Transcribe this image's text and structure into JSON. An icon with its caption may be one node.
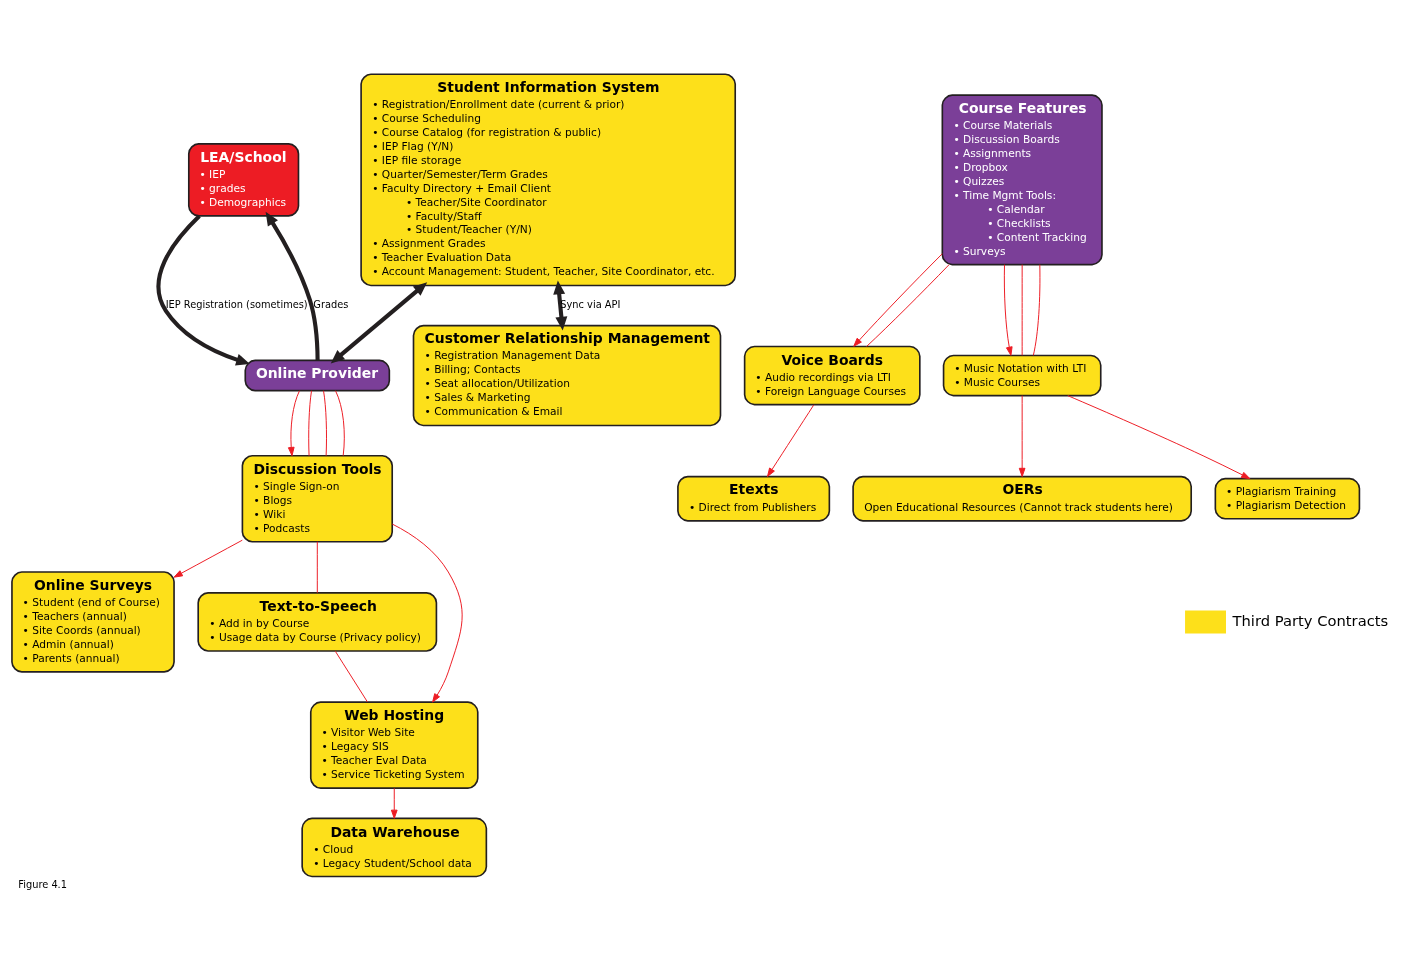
{
  "diagram": {
    "caption": "Figure 4.1",
    "nodes": [
      {
        "text": [
          "LEA/School",
          "• IEP",
          "• grades",
          "• Demographics"
        ]
      },
      {
        "text": [
          "Online Provider"
        ]
      },
      {
        "text": [
          "Discussion Tools",
          "• Single Sign-on",
          "• Blogs",
          "• Wiki",
          "• Podcasts"
        ]
      },
      {
        "text": [
          "Online Surveys",
          "• Student (end of Course)",
          "• Teachers (annual)",
          "• Site Coords (annual)",
          "• Admin (annual)",
          "• Parents (annual)"
        ]
      },
      {
        "text": [
          "Student Information System",
          "• Registration/Enrollment date (current & prior)",
          "• Course Scheduling",
          "• Course Catalog (for registration & public)",
          "• IEP Flag (Y/N)",
          "• IEP file storage",
          "• Quarter/Semester/Term Grades",
          "• Faculty Directory + Email Client",
          "• Teacher/Site Coordinator",
          "• Faculty/Staff",
          "• Student/Teacher (Y/N)",
          "• Assignment Grades",
          "• Teacher Evaluation Data",
          "• Account Management: Student, Teacher, Site Coordinator, etc."
        ]
      },
      {
        "text": [
          "Course Features",
          "• Course Materials",
          "• Discussion Boards",
          "• Assignments",
          "• Dropbox",
          "• Quizzes",
          "• Time Mgmt Tools:",
          "• Calendar",
          "• Checklists",
          "• Content Tracking",
          "• Surveys"
        ]
      },
      {
        "text": [
          "Text-to-Speech",
          "• Add in by Course",
          "• Usage data by Course (Privacy policy)"
        ]
      },
      {
        "text": [
          "Web Hosting",
          "• Visitor Web Site",
          "• Legacy SIS",
          "• Teacher Eval Data",
          "• Service Ticketing System"
        ]
      },
      {
        "text": [
          "Voice Boards",
          "• Audio recordings via LTI",
          "• Foreign Language Courses"
        ]
      },
      {
        "text": [
          "• Music Notation with LTI",
          "• Music Courses"
        ]
      },
      {
        "text": [
          "Data Warehouse",
          "• Cloud",
          "• Legacy Student/School data"
        ]
      },
      {
        "text": [
          "Customer Relationship Management",
          "• Registration Management Data",
          "• Billing; Contacts",
          "• Seat allocation/Utilization",
          "• Sales & Marketing",
          "• Communication & Email"
        ]
      },
      {
        "text": [
          "Etexts",
          "• Direct from Publishers"
        ]
      },
      {
        "text": [
          "OERs",
          "Open Educational Resources (Cannot track students here)"
        ]
      },
      {
        "text": [
          "• Plagiarism Training",
          "• Plagiarism Detection"
        ]
      }
    ],
    "edges": [
      {
        "from": 0,
        "to": 1,
        "arrow": "to",
        "label": "IEP Registration (sometimes)",
        "style": "thick",
        "color": "#231f20"
      },
      {
        "from": 1,
        "to": 0,
        "arrow": "to",
        "label": "Grades",
        "style": "thick",
        "color": "#231f20"
      },
      {
        "from": 4,
        "to": 1,
        "arrow": "both",
        "style": "thick",
        "color": "#231f20"
      },
      {
        "from": 4,
        "to": 11,
        "arrow": "both",
        "label": "Sync via API",
        "style": "thick",
        "color": "#231f20"
      },
      {
        "from": 1,
        "to": 2,
        "arrow": "to"
      },
      {
        "from": 1,
        "to": 2,
        "arrow": "none"
      },
      {
        "from": 1,
        "to": 2,
        "arrow": "none"
      },
      {
        "from": 1,
        "to": 2,
        "arrow": "none"
      },
      {
        "from": 2,
        "to": 3,
        "arrow": "to"
      },
      {
        "from": 2,
        "to": 7,
        "arrow": "to"
      },
      {
        "from": 2,
        "to": 6,
        "arrow": "none"
      },
      {
        "from": 6,
        "to": 7,
        "arrow": "none"
      },
      {
        "from": 7,
        "to": 10,
        "arrow": "to"
      },
      {
        "from": 5,
        "to": 8,
        "arrow": "to"
      },
      {
        "from": 8,
        "to": 5,
        "arrow": "none"
      },
      {
        "from": 5,
        "to": 9,
        "arrow": "to"
      },
      {
        "from": 5,
        "to": 9,
        "arrow": "none"
      },
      {
        "from": 5,
        "to": 9,
        "arrow": "none"
      },
      {
        "from": 8,
        "to": 12,
        "arrow": "to"
      },
      {
        "from": 9,
        "to": 13,
        "arrow": "to"
      },
      {
        "from": 9,
        "to": 14,
        "arrow": "to"
      }
    ],
    "legend": [
      {
        "text": "Third Party Contracts",
        "color": "#fde01a"
      }
    ]
  }
}
